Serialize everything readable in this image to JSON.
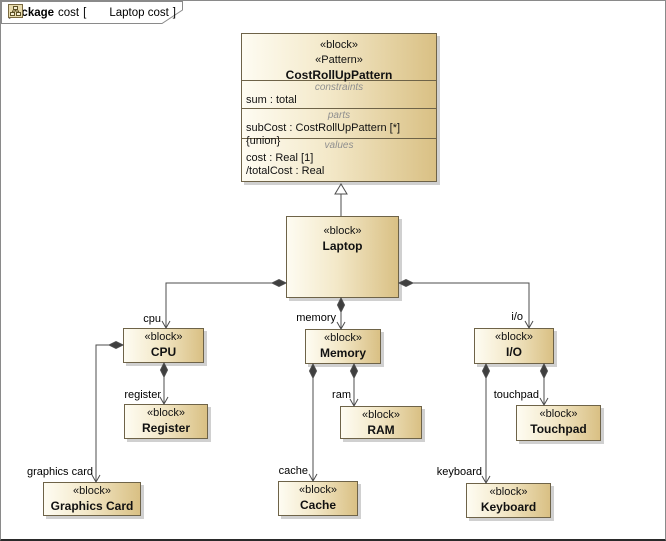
{
  "frame_tab": {
    "keyword": "package",
    "context_name": "cost",
    "open_bracket": "[",
    "diagram_name": "Laptop cost",
    "close_bracket": "]"
  },
  "pattern_block": {
    "stereotype1": "«block»",
    "stereotype2": "«Pattern»",
    "name": "CostRollUpPattern",
    "constraints_label": "constraints",
    "constraints_line": "sum : total",
    "parts_label": "parts",
    "parts_line": "subCost : CostRollUpPattern [*]{union}",
    "values_label": "values",
    "values_line1": "cost : Real [1]",
    "values_line2": "/totalCost : Real"
  },
  "blocks": {
    "laptop": {
      "stereotype": "«block»",
      "name": "Laptop"
    },
    "cpu": {
      "stereotype": "«block»",
      "name": "CPU"
    },
    "memory": {
      "stereotype": "«block»",
      "name": "Memory"
    },
    "io": {
      "stereotype": "«block»",
      "name": "I/O"
    },
    "register": {
      "stereotype": "«block»",
      "name": "Register"
    },
    "ram": {
      "stereotype": "«block»",
      "name": "RAM"
    },
    "touchpad": {
      "stereotype": "«block»",
      "name": "Touchpad"
    },
    "graphics_card": {
      "stereotype": "«block»",
      "name": "Graphics Card"
    },
    "cache": {
      "stereotype": "«block»",
      "name": "Cache"
    },
    "keyboard": {
      "stereotype": "«block»",
      "name": "Keyboard"
    }
  },
  "role_labels": {
    "cpu": "cpu",
    "memory": "memory",
    "io": "i/o",
    "register": "register",
    "graphics_card": "graphics card",
    "ram": "ram",
    "cache": "cache",
    "touchpad": "touchpad",
    "keyboard": "keyboard"
  },
  "colors": {
    "block_fill_left": "#fefcf2",
    "block_fill_right": "#d9c084",
    "block_border": "#6e6348",
    "connector_line": "#4d4d4d",
    "compartment_label_text": "#8f8f8f",
    "frame_border": "#8a8a8a",
    "shadow": "#a0a0a0"
  }
}
